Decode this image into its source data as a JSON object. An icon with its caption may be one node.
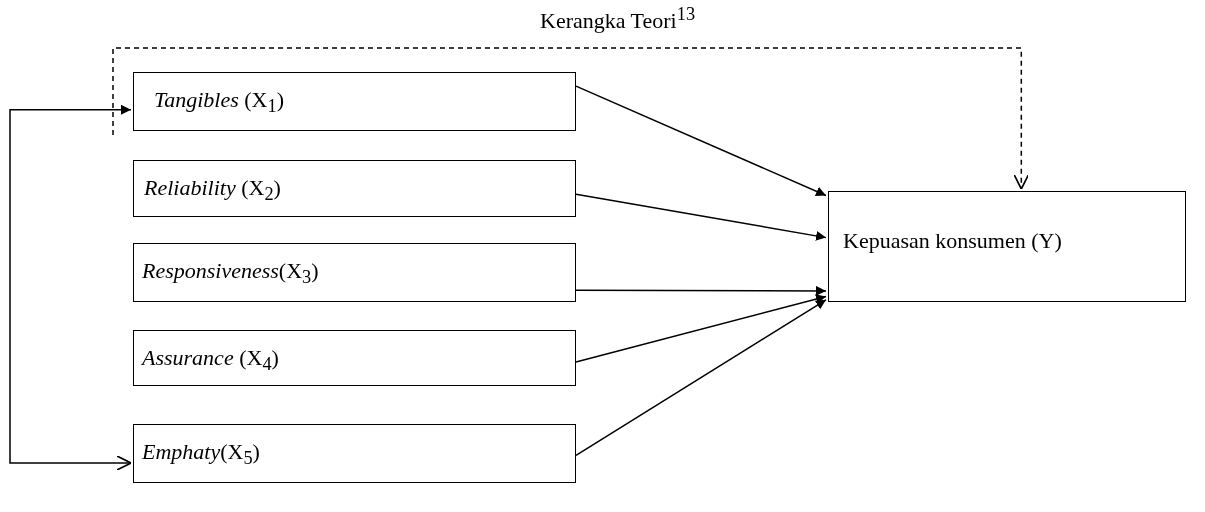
{
  "diagram": {
    "nodes": [
      {
        "text": [
          "*Tangibles* (X$_{1}$)"
        ]
      },
      {
        "text": [
          "*Reliability* (X$_{2}$)"
        ]
      },
      {
        "text": [
          "*Responsiveness*(X$_{3}$)"
        ]
      },
      {
        "text": [
          "*Assurance* (X$_{4}$)"
        ]
      },
      {
        "text": [
          "*Emphaty*(X$_{5}$)"
        ]
      },
      {
        "text": [
          "Kepuasan konsumen (Y)"
        ]
      }
    ],
    "edges": [
      {
        "from": 0,
        "to": 5,
        "arrow": "to"
      },
      {
        "from": 1,
        "to": 5,
        "arrow": "to"
      },
      {
        "from": 2,
        "to": 5,
        "arrow": "to"
      },
      {
        "from": 3,
        "to": 5,
        "arrow": "to"
      },
      {
        "from": 4,
        "to": 5,
        "arrow": "to"
      },
      {
        "from": 0,
        "to": 4,
        "arrow": "both"
      },
      {
        "from": 0,
        "to": 5,
        "arrow": "to",
        "style": "dashed",
        "label": "Kerangka Teori$^{13}$"
      }
    ]
  }
}
